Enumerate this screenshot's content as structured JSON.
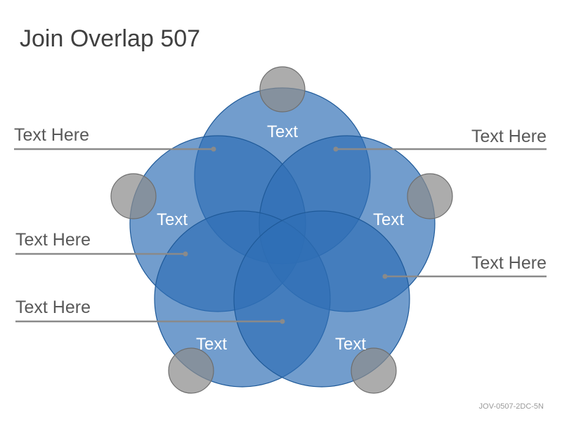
{
  "title": "Join Overlap 507",
  "footer_code": "JOV-0507-2DC-5N",
  "colors": {
    "circle_fill": "#2f6fb5",
    "circle_stroke": "#1f5a99",
    "small_circle_fill": "#8c8c8c",
    "small_circle_stroke": "#6e6e6e",
    "callout_line": "#8a8a8a",
    "callout_text": "#595959",
    "circle_label": "#ffffff"
  },
  "circles": [
    {
      "label": "Text"
    },
    {
      "label": "Text"
    },
    {
      "label": "Text"
    },
    {
      "label": "Text"
    },
    {
      "label": "Text"
    }
  ],
  "callouts": [
    {
      "text": "Text Here"
    },
    {
      "text": "Text Here"
    },
    {
      "text": "Text Here"
    },
    {
      "text": "Text Here"
    },
    {
      "text": "Text Here"
    }
  ]
}
